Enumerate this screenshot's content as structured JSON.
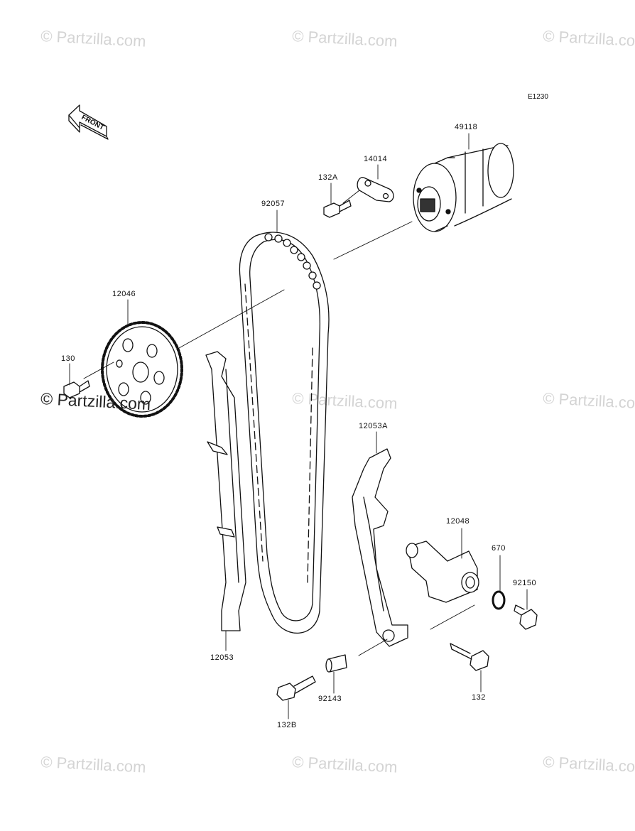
{
  "watermark": {
    "text": "© Partzilla.com"
  },
  "diagram_code": "E1230",
  "front_label": "FRONT",
  "parts": {
    "camshaft": "49118",
    "plate": "14014",
    "bolt_132a": "132A",
    "chain": "92057",
    "sprocket": "12046",
    "bolt_130": "130",
    "guide_12053a": "12053A",
    "tensioner": "12048",
    "oring": "670",
    "bolt_92150": "92150",
    "guide_12053": "12053",
    "collar": "92143",
    "bolt_132": "132",
    "bolt_132b": "132B"
  }
}
